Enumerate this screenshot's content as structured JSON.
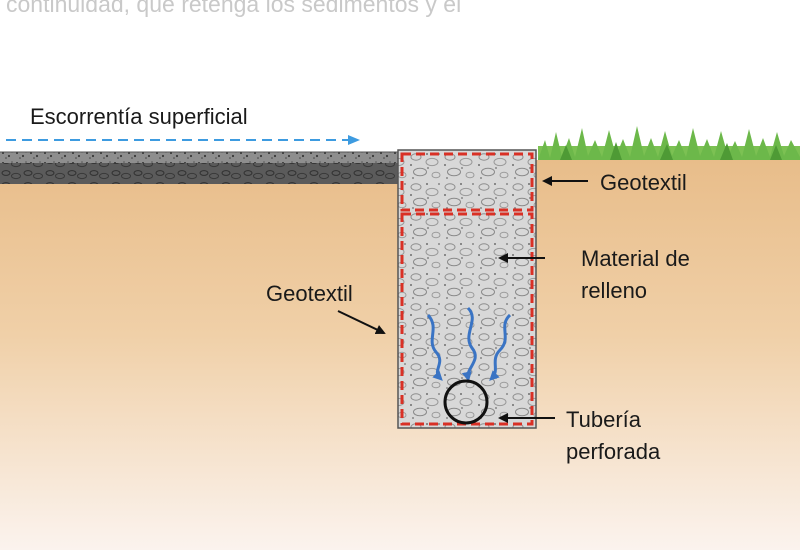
{
  "caption_fragment": "continuidad, que retenga los sedimentos y el",
  "labels": {
    "runoff": "Escorrentía superficial",
    "geotextile_top": "Geotextil",
    "fill_material_line1": "Material de",
    "fill_material_line2": "relleno",
    "geotextile_side": "Geotextil",
    "pipe_line1": "Tubería",
    "pipe_line2": "perforada"
  },
  "colors": {
    "soil_top": "#e8bd8a",
    "soil_bottom": "#fbf3ee",
    "geotextile": "#d93025",
    "flow_arrow": "#3a74c4",
    "runoff_arrow": "#3d9be0",
    "gravel_fill": "#d6d6d6",
    "pavement_top": "#8a8a8a",
    "pavement_base": "#5a5a5a",
    "grass": "#6cb84a"
  },
  "icons": {
    "runoff": "dashed-arrow-right-icon",
    "flow": "wavy-arrow-down-icon",
    "pipe": "circle-icon",
    "leader": "arrow-icon"
  }
}
